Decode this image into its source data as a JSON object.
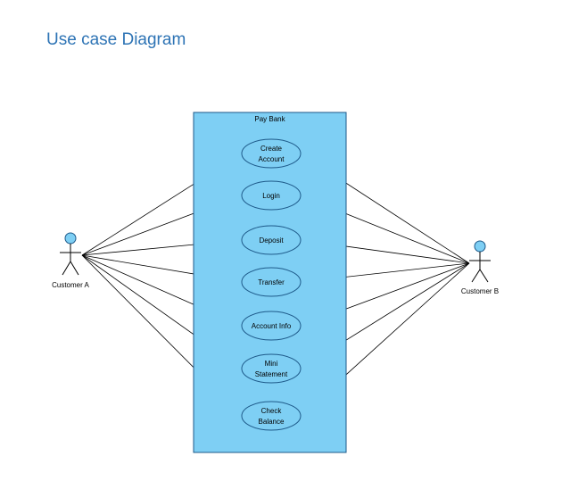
{
  "title": "Use case Diagram",
  "system": {
    "name": "Pay Bank",
    "fill_color": "#7ecff4",
    "stroke_color": "#1e5a8a"
  },
  "actors": {
    "customer_a": {
      "label": "Customer A",
      "head_color": "#7ecff4"
    },
    "customer_b": {
      "label": "Customer B",
      "head_color": "#7ecff4"
    }
  },
  "use_cases": [
    {
      "id": "create-account",
      "lines": [
        "Create",
        "Account"
      ]
    },
    {
      "id": "login",
      "lines": [
        "Login"
      ]
    },
    {
      "id": "deposit",
      "lines": [
        "Deposit"
      ]
    },
    {
      "id": "transfer",
      "lines": [
        "Transfer"
      ]
    },
    {
      "id": "account-info",
      "lines": [
        "Account Info"
      ]
    },
    {
      "id": "mini-statement",
      "lines": [
        "Mini",
        "Statement"
      ]
    },
    {
      "id": "check-balance",
      "lines": [
        "Check",
        "Balance"
      ]
    }
  ],
  "associations": {
    "customer_a": [
      "create-account",
      "login",
      "deposit",
      "transfer",
      "account-info",
      "mini-statement",
      "check-balance"
    ],
    "customer_b": [
      "create-account",
      "login",
      "deposit",
      "transfer",
      "account-info",
      "mini-statement",
      "check-balance"
    ]
  },
  "colors": {
    "use_case_fill": "#7ecff4",
    "use_case_stroke": "#1e5a8a",
    "line": "#000000"
  }
}
